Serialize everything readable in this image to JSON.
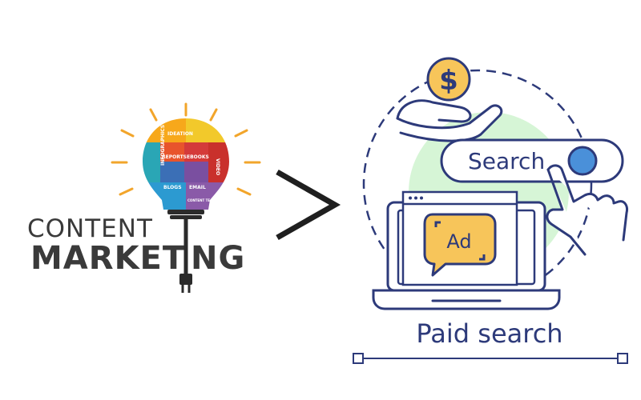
{
  "content_marketing": {
    "line1": "CONTENT",
    "line2_a": "MARKET",
    "line2_b": "NG",
    "puzzle": {
      "ideation": "IDEATION",
      "infographics": "INFOGRAPHICS",
      "reports": "REPORTS",
      "ebooks": "EBOOKS",
      "video": "VIDEO",
      "blogs": "BLOGS",
      "email": "EMAIL",
      "content_team": "CONTENT TEAM"
    }
  },
  "comparator": ">",
  "paid_search": {
    "search_box_text": "Search",
    "ad_text": "Ad",
    "coin_symbol": "$",
    "caption": "Paid search"
  },
  "colors": {
    "navy": "#2d3a7a",
    "accent_blue": "#4a90d9",
    "ad_yellow": "#f7c55a",
    "coin_yellow": "#f7c55a",
    "green_blob": "#d6f5d6",
    "text_dark": "#3a3a3a",
    "orange_rays": "#f2a52b"
  },
  "icons": [
    "lightbulb-icon",
    "plug-icon",
    "dollar-coin-icon",
    "hand-icon",
    "search-bar-icon",
    "pointing-hand-icon",
    "laptop-icon",
    "ad-speech-bubble-icon"
  ]
}
